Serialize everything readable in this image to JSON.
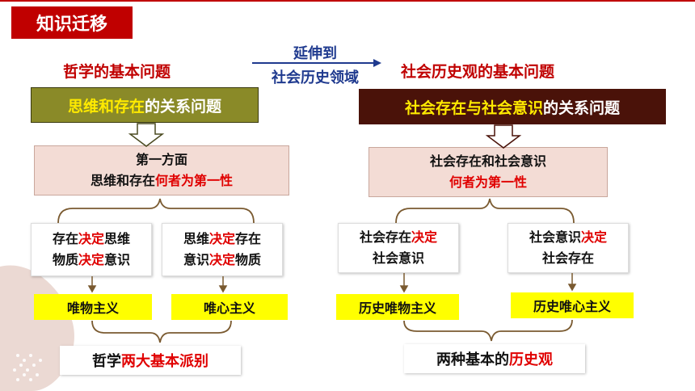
{
  "badge": {
    "title": "知识迁移"
  },
  "arrow_text": {
    "line1": "延伸到",
    "line2": "社会历史领域"
  },
  "left": {
    "heading": "哲学的基本问题",
    "relation_box": {
      "highlight": "思维和存在",
      "rest": "的关系问题"
    },
    "aspect_box": {
      "line1": "第一方面",
      "line2_plain": "思维和存在",
      "line2_red": "何者为第一性"
    },
    "branch_a": {
      "l1_pre": "存在",
      "l1_red": "决定",
      "l1_post": "思维",
      "l2_pre": "物质",
      "l2_red": "决定",
      "l2_post": "意识",
      "result": "唯物主义"
    },
    "branch_b": {
      "l1_pre": "思维",
      "l1_red": "决定",
      "l1_post": "存在",
      "l2_pre": "意识",
      "l2_red": "决定",
      "l2_post": "物质",
      "result": "唯心主义"
    },
    "bottom": {
      "plain": "哲学",
      "red": "两大基本派别"
    }
  },
  "right": {
    "heading": "社会历史观的基本问题",
    "relation_box": {
      "highlight": "社会存在与社会意识",
      "rest": "的关系问题"
    },
    "aspect_box": {
      "line1": "社会存在和社会意识",
      "line2_red": "何者为第一性"
    },
    "branch_a": {
      "l1_pre": "社会存在",
      "l1_red": "决定",
      "l2": "社会意识",
      "result": "历史唯物主义"
    },
    "branch_b": {
      "l1_pre": "社会意识",
      "l1_red": "决定",
      "l2": "社会存在",
      "result": "历史唯心主义"
    },
    "bottom": {
      "plain": "两种基本的",
      "red": "历史观"
    }
  },
  "colors": {
    "accent_red": "#c00000",
    "olive": "#8a8a28",
    "maroon": "#4a1209",
    "highlight_yellow": "#ffff00",
    "navy_text": "#1f3a8f",
    "bracket_brown": "#7a5a30"
  }
}
